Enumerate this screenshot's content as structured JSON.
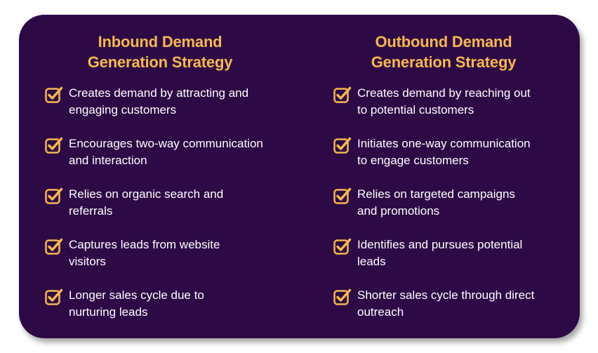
{
  "colors": {
    "card_background": "#2d0a45",
    "heading": "#f7b84e",
    "text": "#ffffff",
    "icon": "#f7b84e"
  },
  "inbound": {
    "title_line1": "Inbound Demand",
    "title_line2": "Generation Strategy",
    "items": [
      {
        "line1": "Creates demand by attracting and",
        "line2": "engaging customers",
        "icon": "checkbox-checked-icon"
      },
      {
        "line1": "Encourages two-way communication",
        "line2": "and interaction",
        "icon": "checkbox-checked-icon"
      },
      {
        "line1": "Relies on organic search and",
        "line2": "referrals",
        "icon": "checkbox-checked-icon"
      },
      {
        "line1": "Captures leads from website",
        "line2": "visitors",
        "icon": "checkbox-checked-icon"
      },
      {
        "line1": "Longer sales cycle due to",
        "line2": "nurturing leads",
        "icon": "checkbox-checked-icon"
      }
    ]
  },
  "outbound": {
    "title_line1": "Outbound Demand",
    "title_line2": "Generation Strategy",
    "items": [
      {
        "line1": "Creates demand by reaching out",
        "line2": "to potential customers",
        "icon": "checkbox-checked-icon"
      },
      {
        "line1": "Initiates one-way communication",
        "line2": "to engage customers",
        "icon": "checkbox-checked-icon"
      },
      {
        "line1": "Relies on targeted campaigns",
        "line2": "and promotions",
        "icon": "checkbox-checked-icon"
      },
      {
        "line1": "Identifies and pursues potential",
        "line2": "leads",
        "icon": "checkbox-checked-icon"
      },
      {
        "line1": "Shorter sales cycle through direct",
        "line2": "outreach",
        "icon": "checkbox-checked-icon"
      }
    ]
  }
}
